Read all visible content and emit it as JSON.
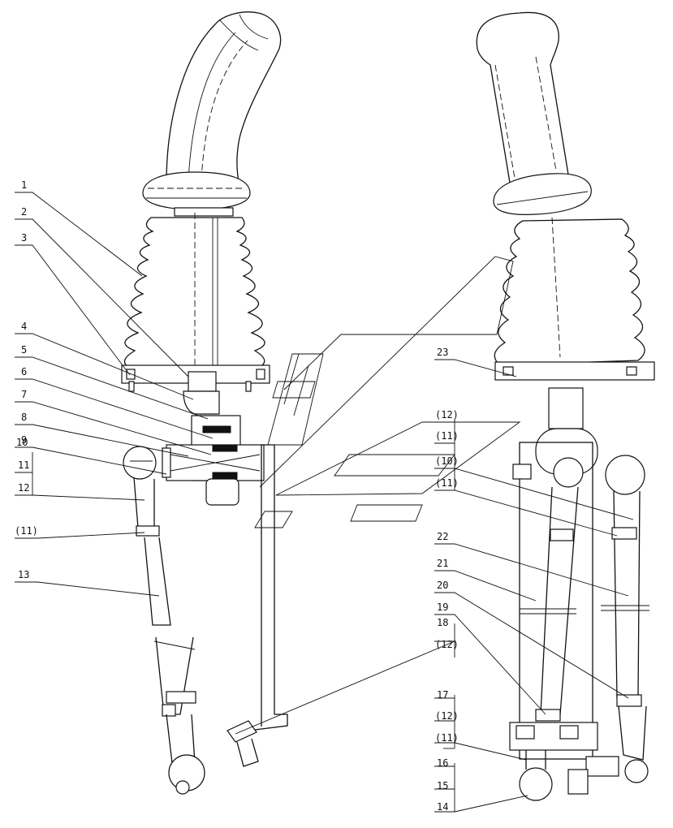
{
  "labels_left": [
    "1",
    "2",
    "3",
    "4",
    "5",
    "6",
    "7",
    "8",
    "9",
    "10",
    "11",
    "12",
    "(11)",
    "13"
  ],
  "labels_right": [
    "23",
    "(12)",
    "(11)",
    "(10)",
    "(11)",
    "22",
    "21",
    "20",
    "19",
    "18",
    "(12)",
    "17",
    "(12)",
    "(11)",
    "16",
    "15",
    "14"
  ]
}
